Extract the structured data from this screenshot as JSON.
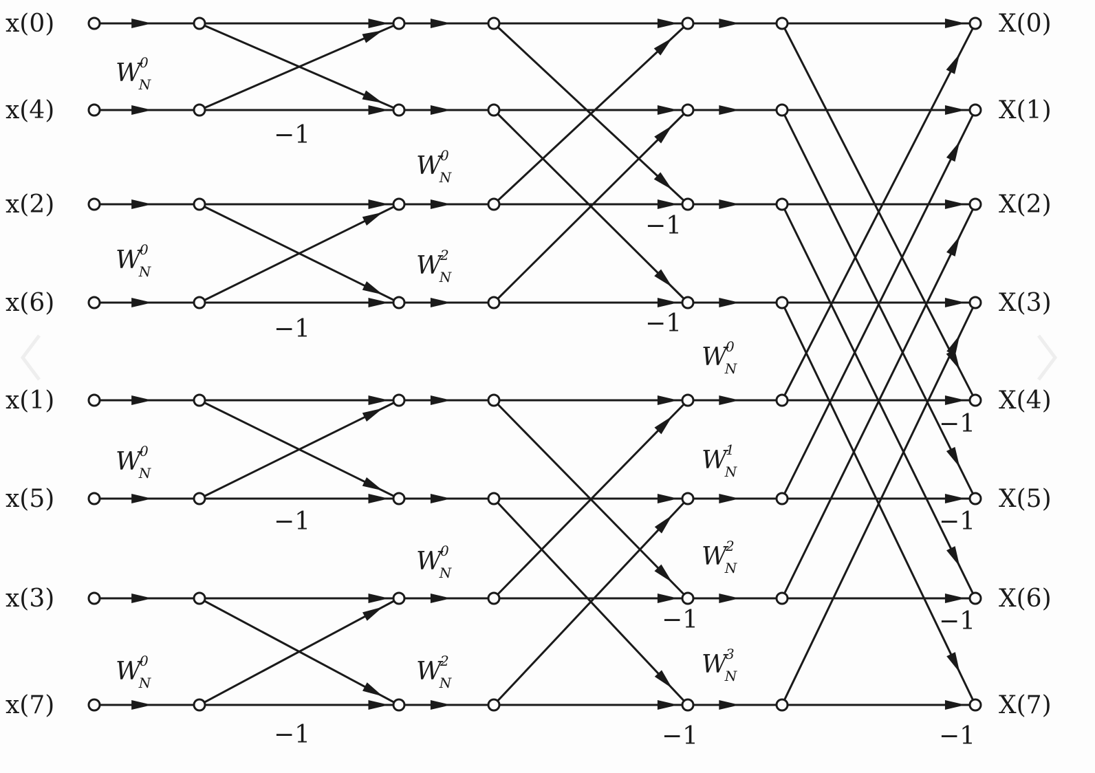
{
  "inputs": [
    "x(0)",
    "x(4)",
    "x(2)",
    "x(6)",
    "x(1)",
    "x(5)",
    "x(3)",
    "x(7)"
  ],
  "outputs": [
    "X(0)",
    "X(1)",
    "X(2)",
    "X(3)",
    "X(4)",
    "X(5)",
    "X(6)",
    "X(7)"
  ],
  "stages": [
    {
      "twiddles": [
        {
          "base": "W",
          "sub": "N",
          "sup": "0"
        },
        {
          "base": "W",
          "sub": "N",
          "sup": "0"
        },
        {
          "base": "W",
          "sub": "N",
          "sup": "0"
        },
        {
          "base": "W",
          "sub": "N",
          "sup": "0"
        }
      ],
      "negatives": [
        "−1",
        "−1",
        "−1",
        "−1"
      ]
    },
    {
      "twiddles": [
        {
          "base": "W",
          "sub": "N",
          "sup": "0"
        },
        {
          "base": "W",
          "sub": "N",
          "sup": "2"
        },
        {
          "base": "W",
          "sub": "N",
          "sup": "0"
        },
        {
          "base": "W",
          "sub": "N",
          "sup": "2"
        }
      ],
      "negatives": [
        "−1",
        "−1",
        "−1",
        "−1"
      ]
    },
    {
      "twiddles": [
        {
          "base": "W",
          "sub": "N",
          "sup": "0"
        },
        {
          "base": "W",
          "sub": "N",
          "sup": "1"
        },
        {
          "base": "W",
          "sub": "N",
          "sup": "2"
        },
        {
          "base": "W",
          "sub": "N",
          "sup": "3"
        }
      ],
      "negatives": [
        "−1",
        "−1",
        "−1",
        "−1"
      ]
    }
  ],
  "colors": {
    "line": "#1a1a1a",
    "background": "#fdfdfd",
    "nav_arrow": "#eeeeee"
  },
  "nav": {
    "prev_icon": "chevron-left-icon",
    "next_icon": "chevron-right-icon"
  }
}
